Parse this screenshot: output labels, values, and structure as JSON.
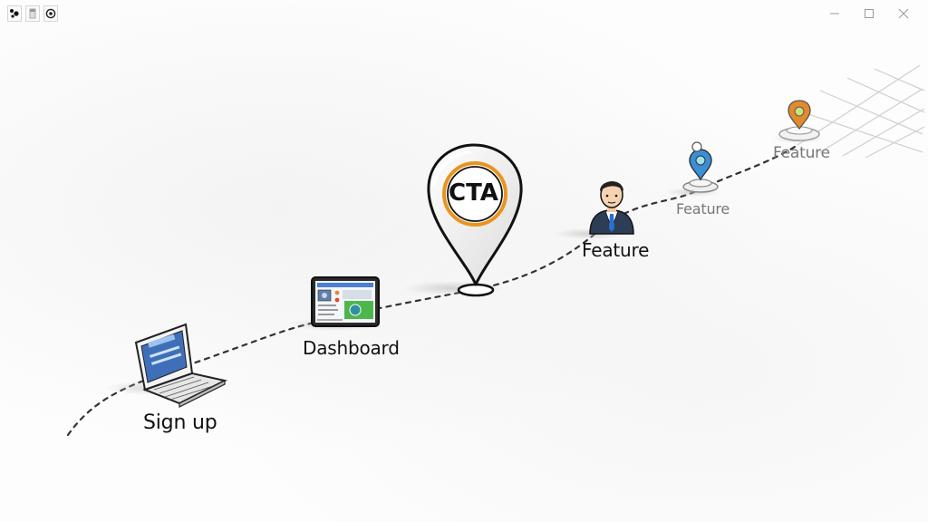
{
  "window": {
    "controls": {
      "minimize_icon": "minimize-icon",
      "maximize_icon": "maximize-icon",
      "close_icon": "close-icon"
    }
  },
  "journey": {
    "steps": [
      {
        "label": "Sign up",
        "icon": "laptop-icon"
      },
      {
        "label": "Dashboard",
        "icon": "dashboard-screen-icon"
      },
      {
        "label": "CTA",
        "icon": "map-pin-icon"
      },
      {
        "label": "Feature",
        "icon": "person-icon"
      },
      {
        "label": "Feature",
        "icon": "map-marker-icon"
      },
      {
        "label": "Feature",
        "icon": "map-marker-icon"
      }
    ]
  },
  "colors": {
    "cta_ring": "#e8951f",
    "marker_blue": "#3a8fd6",
    "marker_orange": "#e38b2c",
    "tie_blue": "#2c6fd0",
    "dashboard_green": "#4cb84c"
  }
}
